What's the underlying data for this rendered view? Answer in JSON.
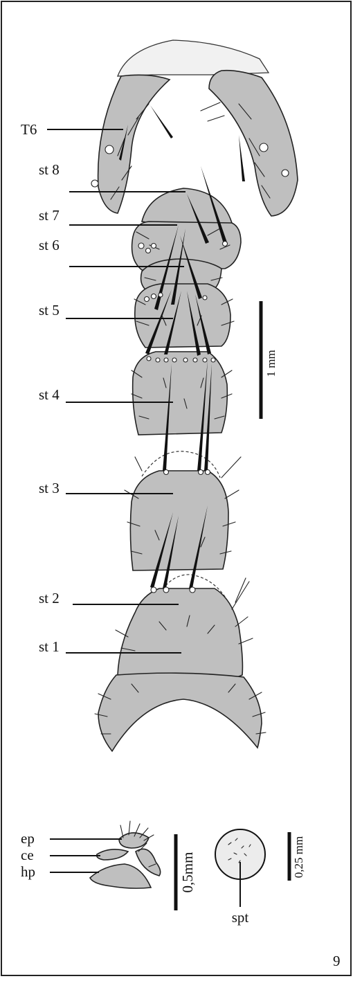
{
  "labels": {
    "t6": "T6",
    "st8": "st 8",
    "st7": "st 7",
    "st6": "st 6",
    "st5": "st 5",
    "st4": "st 4",
    "st3": "st 3",
    "st2": "st 2",
    "st1": "st 1",
    "ep": "ep",
    "ce": "ce",
    "hp": "hp",
    "spt": "spt"
  },
  "scales": {
    "main": "1 mm",
    "genital": "0,5mm",
    "spermatheca": "0,25 mm"
  },
  "figure_number": "9"
}
